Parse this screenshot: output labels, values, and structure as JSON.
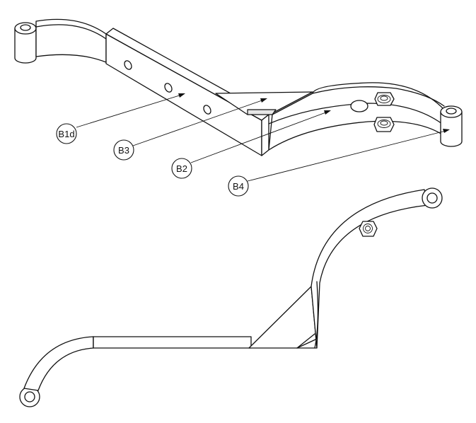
{
  "callouts": {
    "b1d": "B1d",
    "b3": "B3",
    "b2": "B2",
    "b4": "B4"
  },
  "colors": {
    "line": "#111111",
    "background": "#ffffff",
    "shading": "#e6e6e6"
  }
}
